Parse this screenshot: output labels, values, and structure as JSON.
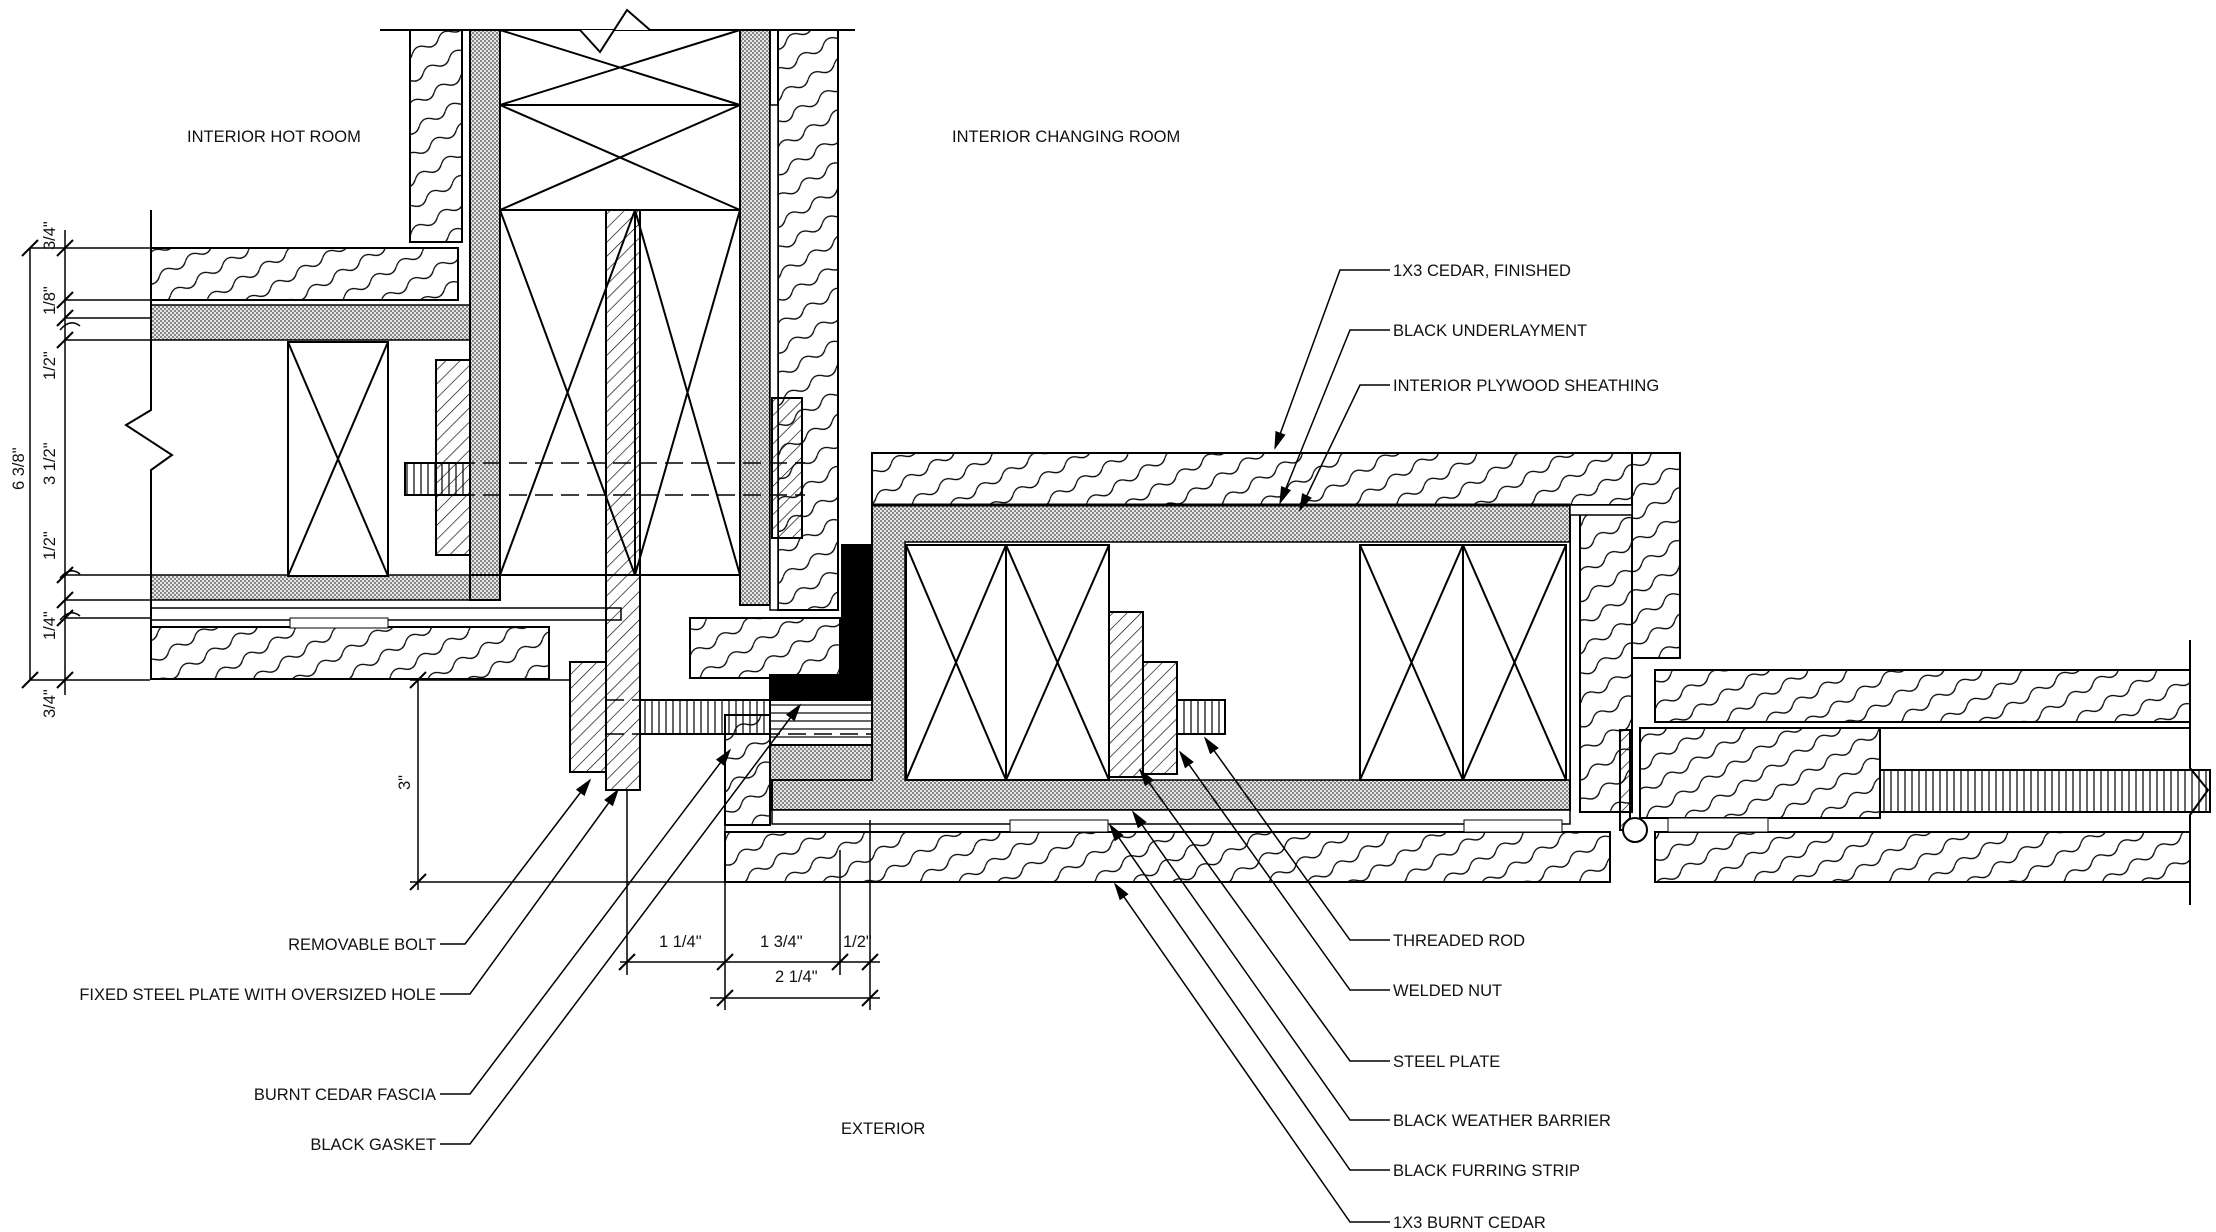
{
  "title": "",
  "rooms": {
    "hot_room": "INTERIOR HOT ROOM",
    "changing_room": "INTERIOR CHANGING ROOM",
    "exterior": "EXTERIOR"
  },
  "labels_right": {
    "cedar_finished": "1X3 CEDAR, FINISHED",
    "black_underlayment": "BLACK UNDERLAYMENT",
    "plywood_sheathing": "INTERIOR PLYWOOD SHEATHING",
    "threaded_rod": "THREADED ROD",
    "welded_nut": "WELDED NUT",
    "steel_plate": "STEEL PLATE",
    "weather_barrier": "BLACK WEATHER BARRIER",
    "furring_strip": "BLACK FURRING STRIP",
    "burnt_cedar": "1X3 BURNT CEDAR"
  },
  "labels_left": {
    "removable_bolt": "REMOVABLE BOLT",
    "fixed_plate": "FIXED STEEL PLATE WITH OVERSIZED HOLE",
    "burnt_fascia": "BURNT CEDAR FASCIA",
    "black_gasket": "BLACK GASKET"
  },
  "dimensions_vertical": {
    "overall": "6 3/8\"",
    "d1": "3/4\"",
    "d2": "1/8\"",
    "d3": "1/2\"",
    "d4": "3 1/2\"",
    "d5": "1/2\"",
    "d6": "1/4\"",
    "d7": "3/4\"",
    "offset": "3\""
  },
  "dimensions_horizontal": {
    "h1": "1 1/4\"",
    "h2": "1 3/4\"",
    "h3": "1/2\"",
    "h4": "2 1/4\""
  }
}
